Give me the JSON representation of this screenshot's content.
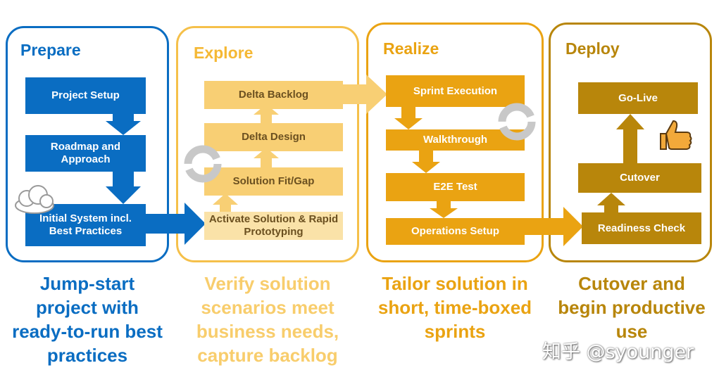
{
  "phases": {
    "prepare": {
      "title": "Prepare",
      "color": "#0a6dc2",
      "steps": [
        "Project Setup",
        "Roadmap and Approach",
        "Initial System incl. Best Practices"
      ],
      "description": "Jump-start project with ready-to-run best practices"
    },
    "explore": {
      "title": "Explore",
      "color": "#f5b834",
      "steps": [
        "Delta Backlog",
        "Delta Design",
        "Solution Fit/Gap",
        "Activate Solution & Rapid Prototyping"
      ],
      "description": "Verify solution scenarios meet business needs, capture backlog"
    },
    "realize": {
      "title": "Realize",
      "color": "#eaa312",
      "steps": [
        "Sprint Execution",
        "Walkthrough",
        "E2E Test",
        "Operations Setup"
      ],
      "description": "Tailor solution in short, time-boxed sprints"
    },
    "deploy": {
      "title": "Deploy",
      "color": "#b8860b",
      "steps": [
        "Go-Live",
        "Cutover",
        "Readiness Check"
      ],
      "description": "Cutover and begin productive use"
    }
  },
  "watermark": "知乎 @syounger",
  "icons": [
    "cloud-icon",
    "cycle-icon",
    "thumbs-up-icon"
  ]
}
